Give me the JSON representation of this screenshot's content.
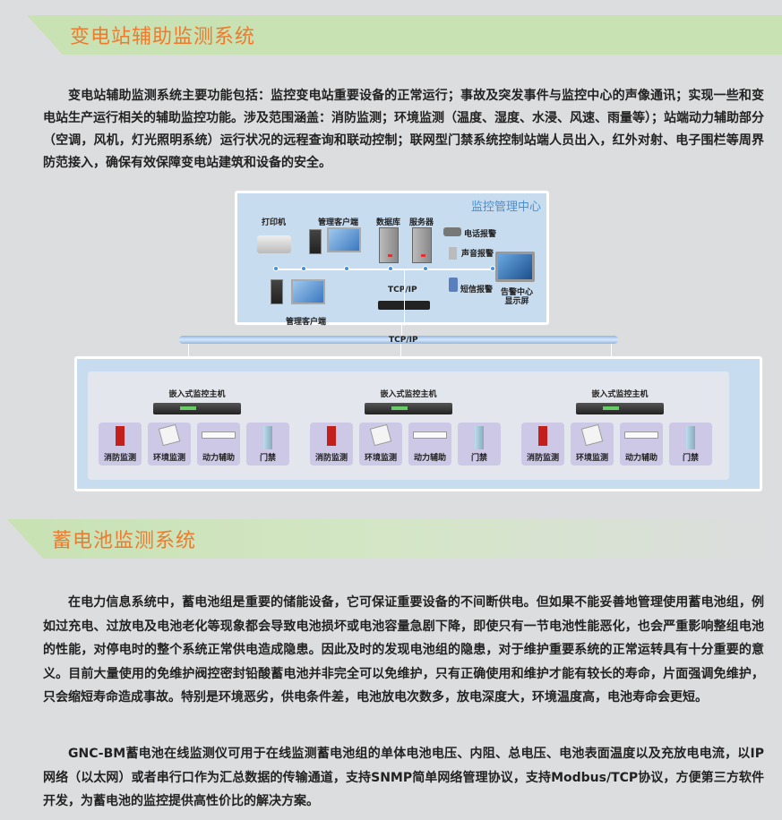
{
  "section1": {
    "title": "变电站辅助监测系统",
    "paragraph": "变电站辅助监测系统主要功能包括：监控变电站重要设备的正常运行；事故及突发事件与监控中心的声像通讯；实现一些和变电站生产运行相关的辅助监控功能。涉及范围涵盖：消防监测；环境监测（温度、湿度、水浸、风速、雨量等）；站端动力辅助部分（空调，风机，灯光照明系统）运行状况的远程查询和联动控制；联网型门禁系统控制站端人员出入，红外对射、电子围栏等周界防范接入，确保有效保障变电站建筑和设备的安全。"
  },
  "diagram": {
    "center_title": "监控管理中心",
    "printer": "打印机",
    "client_top": "管理客户端",
    "database": "数据库",
    "server": "服务器",
    "phone_alarm": "电话报警",
    "sound_alarm": "声音报警",
    "sms_alarm": "短信报警",
    "display": "告警中心显示屏",
    "client_bottom": "管理客户端",
    "tcpip_inner": "TCP/IP",
    "tcpip_bus": "TCP/IP",
    "stations": [
      {
        "host": "嵌入式监控主机",
        "devices": [
          "消防监测",
          "环境监测",
          "动力辅助",
          "门禁"
        ]
      },
      {
        "host": "嵌入式监控主机",
        "devices": [
          "消防监测",
          "环境监测",
          "动力辅助",
          "门禁"
        ]
      },
      {
        "host": "嵌入式监控主机",
        "devices": [
          "消防监测",
          "环境监测",
          "动力辅助",
          "门禁"
        ]
      }
    ]
  },
  "section2": {
    "title": "蓄电池监测系统",
    "paragraph1": "在电力信息系统中，蓄电池组是重要的储能设备，它可保证重要设备的不间断供电。但如果不能妥善地管理使用蓄电池组，例如过充电、过放电及电池老化等现象都会导致电池损坏或电池容量急剧下降，即使只有一节电池性能恶化，也会严重影响整组电池的性能，对停电时的整个系统正常供电造成隐患。因此及时的发现电池组的隐患，对于维护重要系统的正常运转具有十分重要的意义。目前大量使用的免维护阀控密封铅酸蓄电池并非完全可以免维护，只有正确使用和维护才能有较长的寿命，片面强调免维护，只会缩短寿命造成事故。特别是环境恶劣，供电条件差，电池放电次数多，放电深度大，环境温度高，电池寿命会更短。",
    "paragraph2": "GNC-BM蓄电池在线监测仪可用于在线监测蓄电池组的单体电池电压、内阻、总电压、电池表面温度以及充放电电流，以IP网络（以太网）或者串行口作为汇总数据的传输通道，支持SNMP简单网络管理协议，支持Modbus/TCP协议，方便第三方软件开发，为蓄电池的监控提供高性价比的解决方案。"
  }
}
